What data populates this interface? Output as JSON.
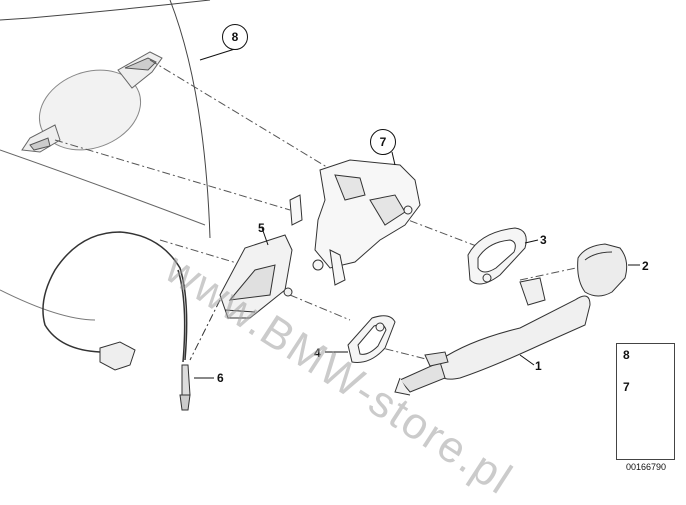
{
  "callouts": {
    "c1": "1",
    "c2": "2",
    "c3": "3",
    "c4": "4",
    "c5": "5",
    "c6": "6",
    "c7": "7",
    "c8": "8"
  },
  "legend": {
    "item_a": "8",
    "item_b": "7"
  },
  "catalog_number": "00166790",
  "watermark": "www.BMW-store.pl",
  "icons": [
    "door-outline-icon",
    "handle-carrier-icon",
    "outer-handle-icon",
    "handle-cap-icon",
    "gasket-icon",
    "cable-icon",
    "arrow-icon"
  ]
}
